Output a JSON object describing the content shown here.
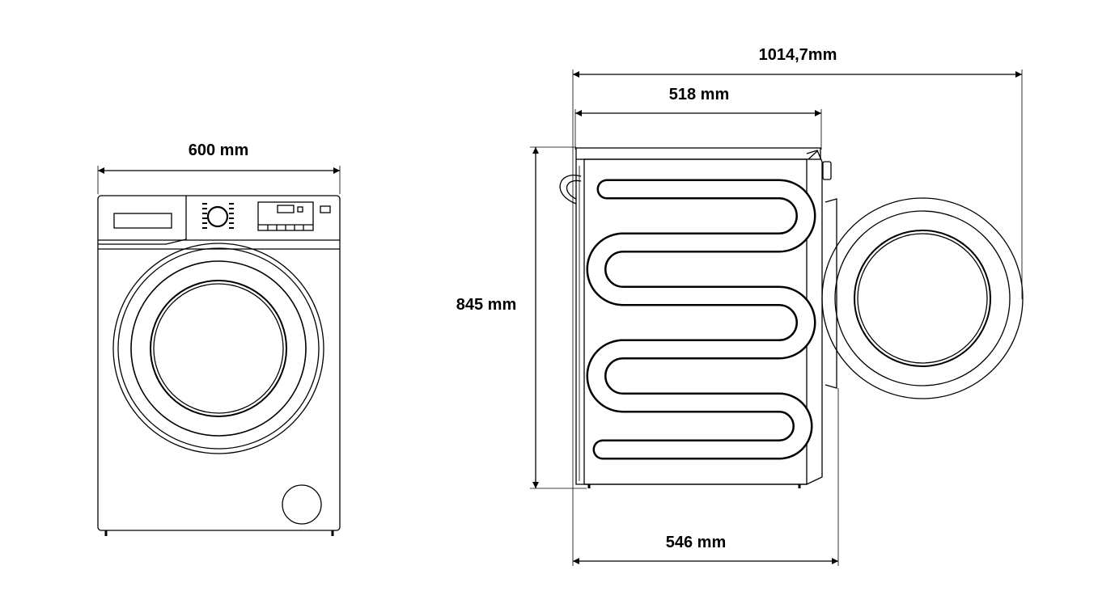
{
  "dimensions": {
    "front_width": "600 mm",
    "total_depth_door_open": "1014,7mm",
    "body_depth": "518 mm",
    "height": "845 mm",
    "overall_depth": "546 mm"
  },
  "colors": {
    "line": "#000000",
    "background": "#ffffff"
  }
}
